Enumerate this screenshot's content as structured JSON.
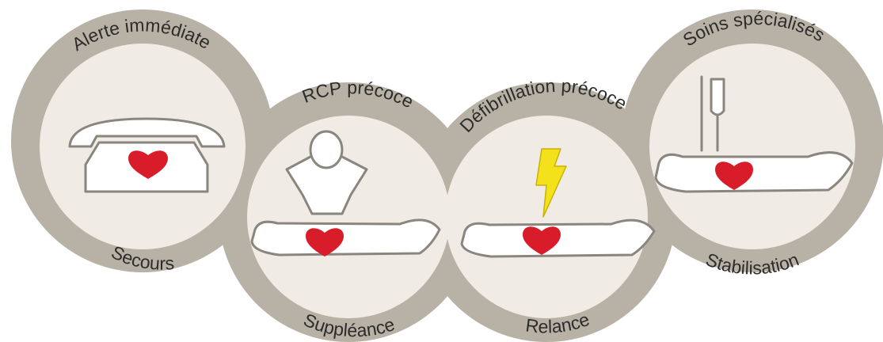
{
  "stages": [
    {
      "id": "alerte",
      "top_label": "Alerte immédiate",
      "bottom_label": "Secours",
      "icon": "telephone-icon"
    },
    {
      "id": "rcp",
      "top_label": "RCP précoce",
      "bottom_label": "Suppléance",
      "icon": "cpr-rescuer-icon"
    },
    {
      "id": "defib",
      "top_label": "Défibrillation précoce",
      "bottom_label": "Relance",
      "icon": "lightning-bolt-icon"
    },
    {
      "id": "soins",
      "top_label": "Soins spécialisés",
      "bottom_label": "Stabilisation",
      "icon": "iv-drip-icon"
    }
  ],
  "colors": {
    "ring": "#b8b1a5",
    "inner": "#f1ebe6",
    "heart": "#d91c2a",
    "bolt": "#f3e21b",
    "outline": "#8a857d"
  }
}
